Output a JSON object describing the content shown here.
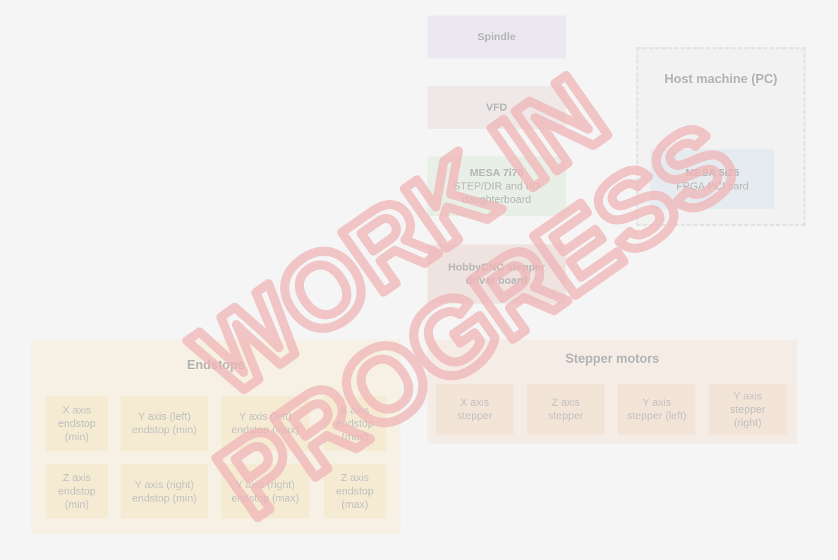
{
  "nodes": {
    "spindle": "Spindle",
    "vfd": "VFD",
    "mesa7i76": {
      "line1": "MESA 7i76",
      "line2": "STEP/DIR and I/O",
      "line3": "daughterboard"
    },
    "hobbycnc": {
      "line1": "HobbyCNC stepper",
      "line2": "driver board"
    },
    "host": {
      "title": "Host machine (PC)",
      "card_line1": "MESA 5i25",
      "card_line2": "FPGA PCI card"
    }
  },
  "endstops": {
    "title": "Endstops",
    "cells": [
      "X axis\nendstop\n(min)",
      "Y axis (left)\nendstop (min)",
      "Y axis (left)\nendstop (max)",
      "X axis\nendstop\n(max)",
      "Z axis\nendstop\n(min)",
      "Y axis (right)\nendstop (min)",
      "Y axis (right)\nendstop (max)",
      "Z axis\nendstop\n(max)"
    ]
  },
  "steppers": {
    "title": "Stepper motors",
    "cells": [
      "X axis\nstepper",
      "Z axis\nstepper",
      "Y axis\nstepper (left)",
      "Y axis\nstepper\n(right)"
    ]
  },
  "watermark": {
    "line1": "WORK IN",
    "line2": "PROGRESS",
    "color": "#f0b5b7"
  },
  "colors": {
    "spindle_bg": "#ebe8ef",
    "vfd_bg": "#efe8e8",
    "mesa7i76_bg": "#e8efe6",
    "hobbycnc_bg": "#efe3e0",
    "host_bg": "#f2f2f2",
    "card_bg": "#e6ebef",
    "endstops_bg": "#f6f1e4",
    "steppers_bg": "#f5ece6"
  }
}
